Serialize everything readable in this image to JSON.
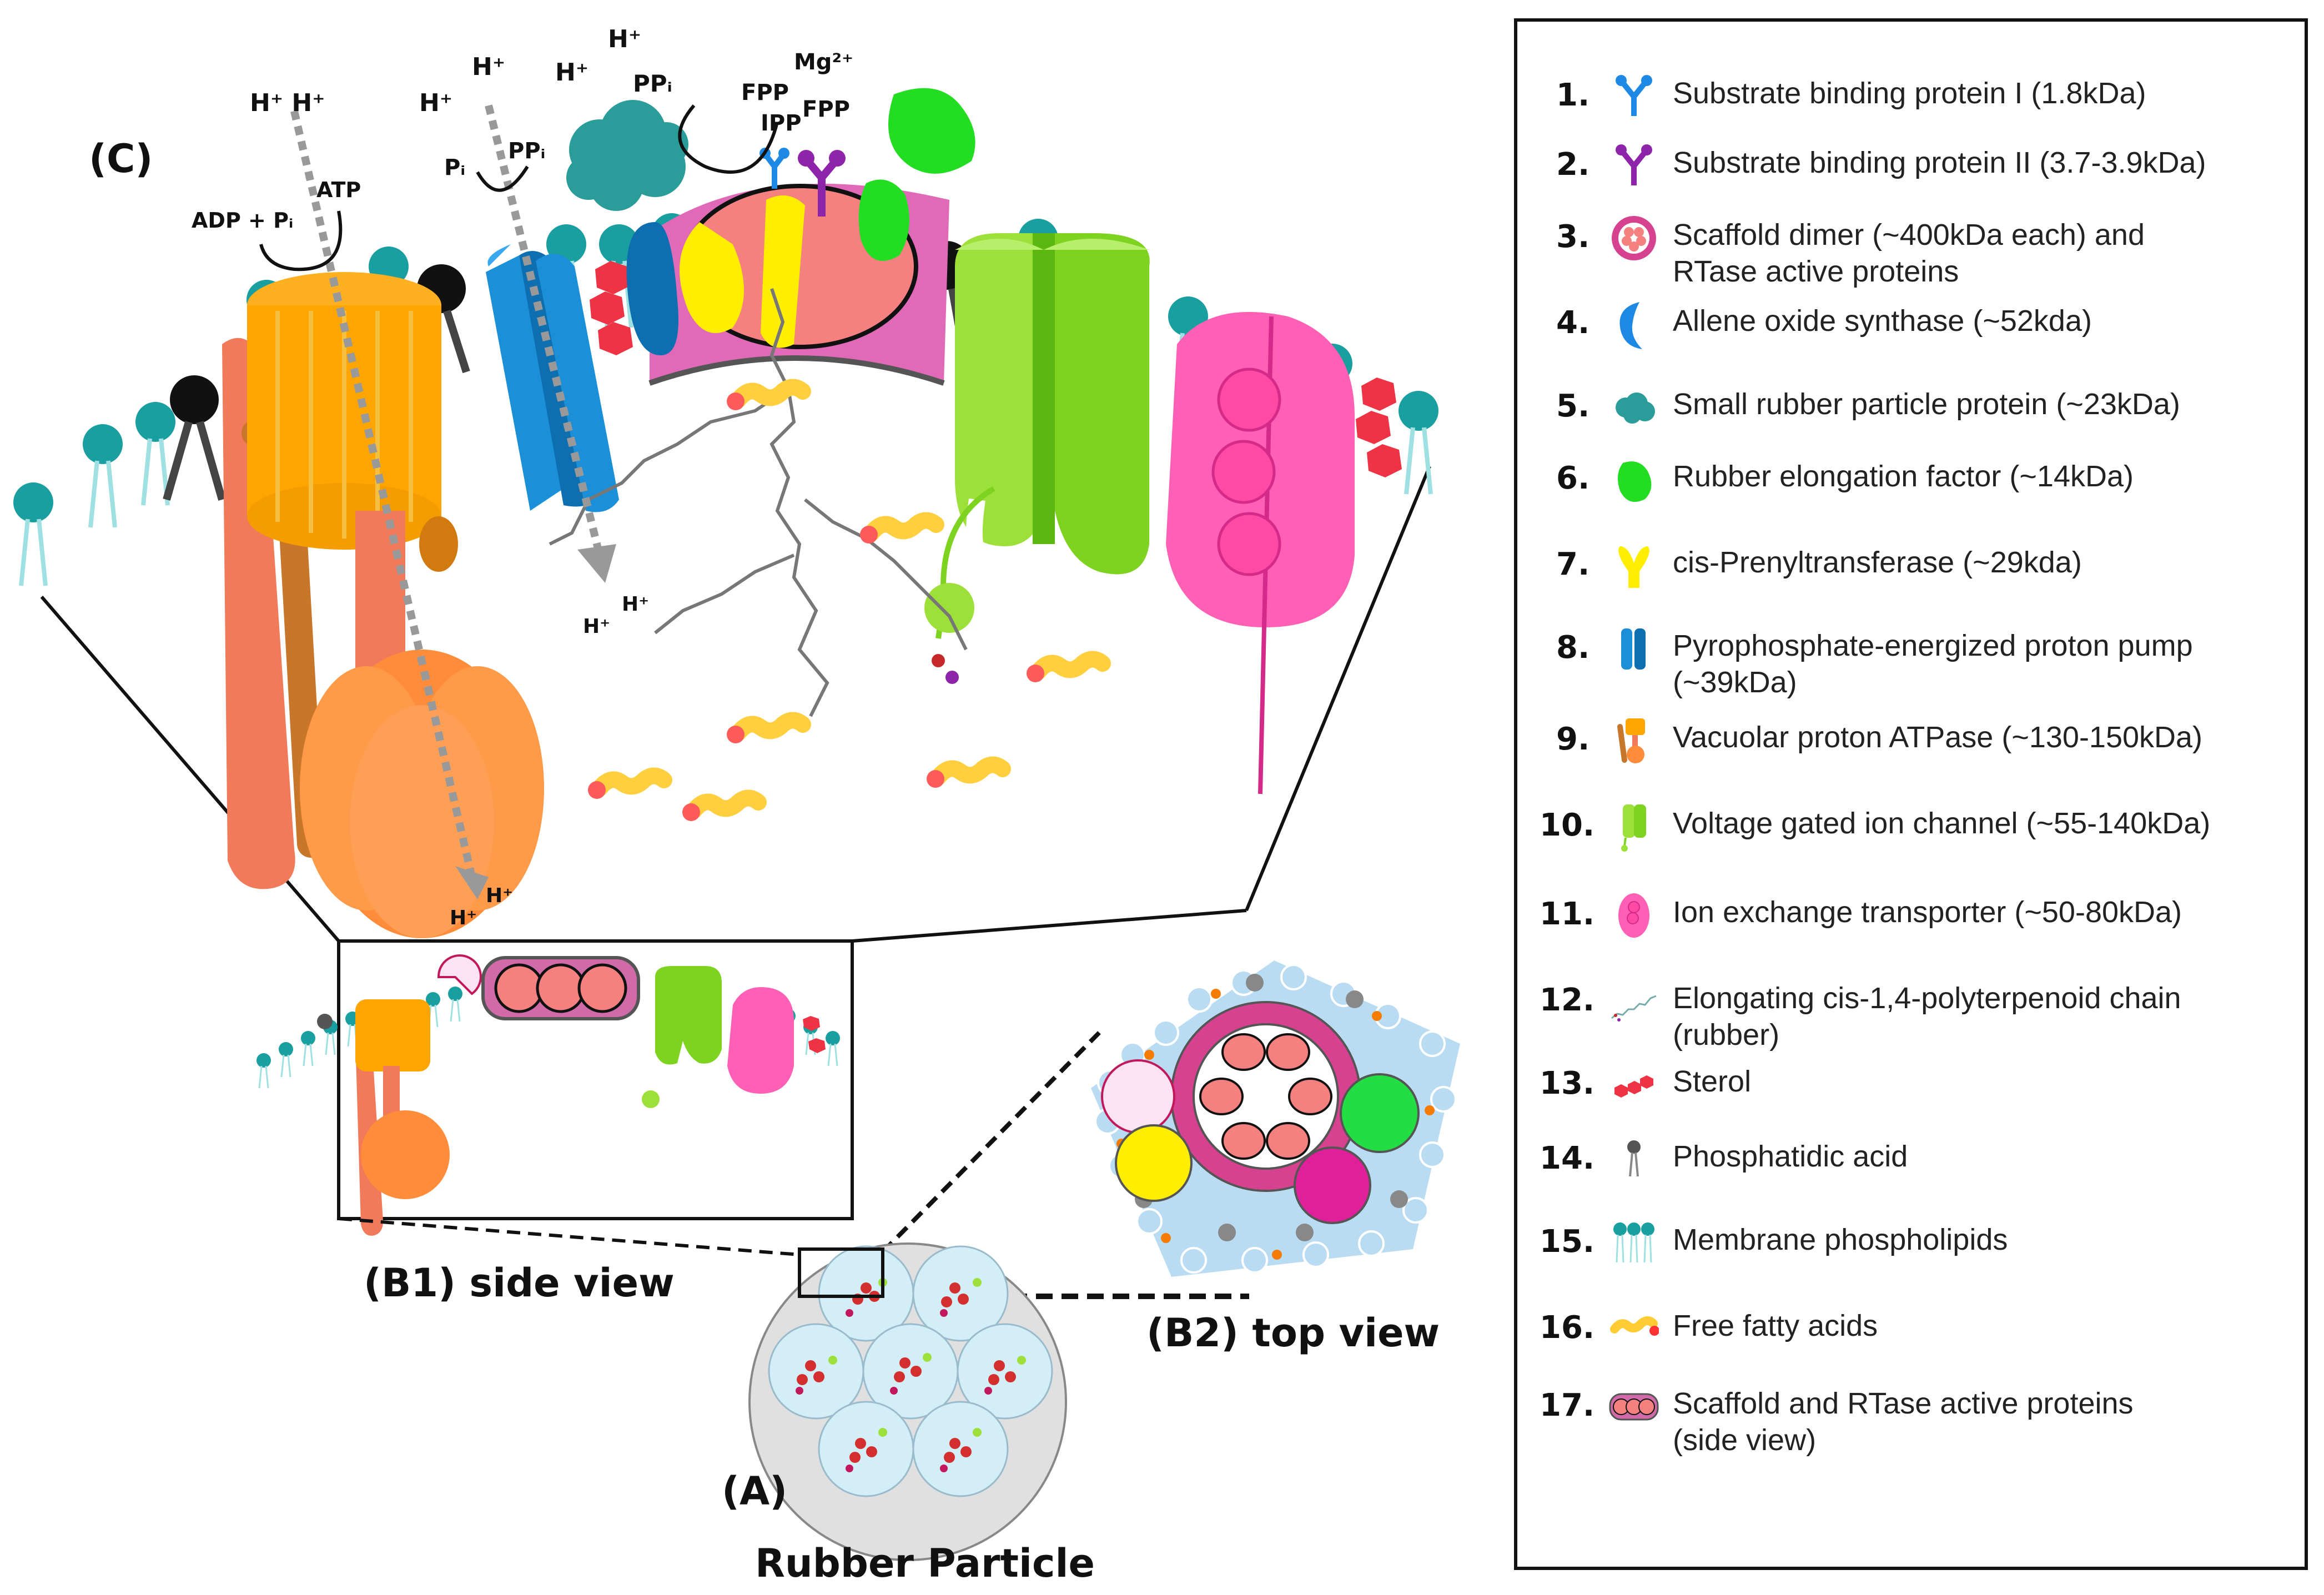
{
  "panel_labels": {
    "c": "(C)",
    "b1": "(B1) side view",
    "b2": "(B2) top view",
    "a": "(A)",
    "rubber_particle": "Rubber Particle"
  },
  "reaction_labels": {
    "h1": "H⁺ H⁺",
    "h2": "H⁺",
    "h3": "H⁺",
    "h4": "H⁺",
    "h5": "H⁺",
    "atp": "ATP",
    "adp_pi": "ADP + Pᵢ",
    "pi": "Pᵢ",
    "ppi1": "PPᵢ",
    "ppi2": "PPᵢ",
    "mg": "Mg²⁺",
    "fpp1": "FPP",
    "fpp2": "FPP",
    "ipp": "IPP",
    "h_out1": "H⁺",
    "h_out2": "H⁺",
    "h_bottom1": "H⁺",
    "h_bottom2": "H⁺"
  },
  "legend": [
    {
      "num": "1.",
      "text": "Substrate binding protein I (1.8kDa)",
      "icon": "y-protein-blue-icon",
      "color": "#1e88e5"
    },
    {
      "num": "2.",
      "text": "Substrate binding protein II (3.7-3.9kDa)",
      "icon": "y-protein-purple-icon",
      "color": "#8e24aa"
    },
    {
      "num": "3.",
      "text": "Scaffold dimer (~400kDa each) and\nRTase active proteins",
      "icon": "scaffold-dimer-icon",
      "color": "#d6428f"
    },
    {
      "num": "4.",
      "text": "Allene oxide synthase (~52kda)",
      "icon": "allene-oxide-synthase-icon",
      "color": "#1e88e5"
    },
    {
      "num": "5.",
      "text": "Small rubber particle protein (~23kDa)",
      "icon": "srpp-icon",
      "color": "#2a9d9a"
    },
    {
      "num": "6.",
      "text": "Rubber elongation factor (~14kDa)",
      "icon": "ref-icon",
      "color": "#22dd22"
    },
    {
      "num": "7.",
      "text": "cis-Prenyltransferase (~29kda)",
      "icon": "cpt-icon",
      "color": "#ffee00"
    },
    {
      "num": "8.",
      "text": "Pyrophosphate-energized proton pump\n(~39kDa)",
      "icon": "proton-pump-icon",
      "color": "#1b8fd8"
    },
    {
      "num": "9.",
      "text": "Vacuolar proton ATPase (~130-150kDa)",
      "icon": "v-atpase-icon",
      "color": "#f5a623"
    },
    {
      "num": "10.",
      "text": "Voltage gated ion channel (~55-140kDa)",
      "icon": "ion-channel-icon",
      "color": "#7ed321"
    },
    {
      "num": "11.",
      "text": "Ion exchange transporter (~50-80kDa)",
      "icon": "ion-exchanger-icon",
      "color": "#ff5fb4"
    },
    {
      "num": "12.",
      "text": "Elongating cis-1,4-polyterpenoid chain\n(rubber)",
      "icon": "polymer-chain-icon",
      "color": "#7aa"
    },
    {
      "num": "13.",
      "text": "Sterol",
      "icon": "sterol-icon",
      "color": "#ee3344"
    },
    {
      "num": "14.",
      "text": "Phosphatidic acid",
      "icon": "phosphatidic-acid-icon",
      "color": "#555555"
    },
    {
      "num": "15.",
      "text": "Membrane phospholipids",
      "icon": "phospholipid-icon",
      "color": "#1a9fa0"
    },
    {
      "num": "16.",
      "text": "Free fatty acids",
      "icon": "fatty-acid-icon",
      "color": "#ffcc33"
    },
    {
      "num": "17.",
      "text": "Scaffold and RTase active proteins\n(side view)",
      "icon": "scaffold-side-icon",
      "color": "#f48080"
    }
  ]
}
